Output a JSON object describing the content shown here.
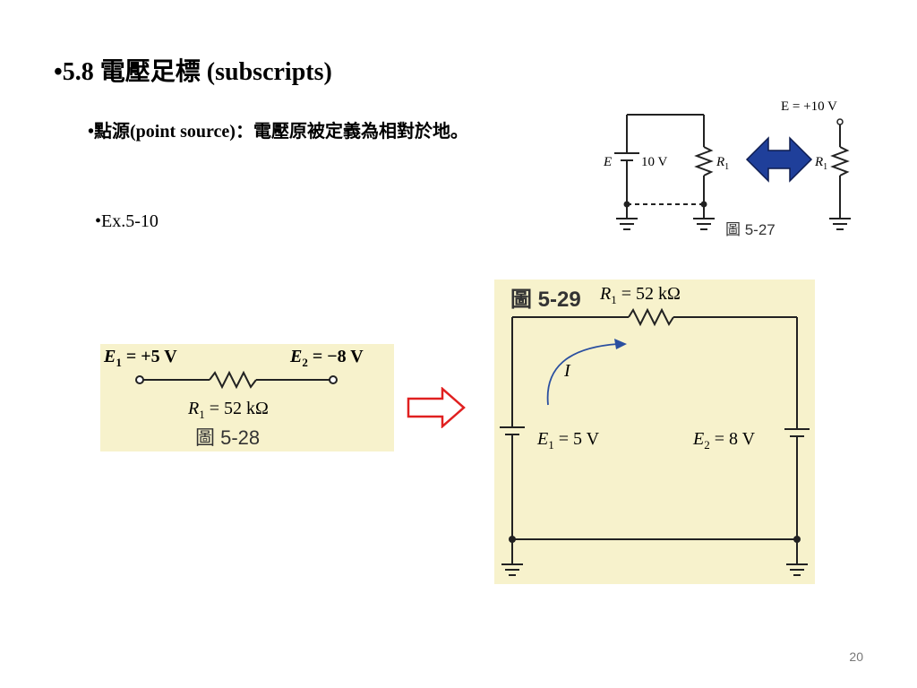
{
  "slide": {
    "title": "•5.8 電壓足標 (subscripts)",
    "bullet_point_source": "•點源(point source)：電壓原被定義為相對於地。",
    "bullet_example": "•Ex.5-10",
    "page_number": "20"
  },
  "fig_5_27": {
    "label": "圖 5-27",
    "source_label": "E",
    "battery_value": "10 V",
    "resistor_left": "R",
    "resistor_left_sub": "1",
    "point_source_value": "E = +10 V",
    "resistor_right": "R",
    "resistor_right_sub": "1",
    "arrow_color": "#1f3f9a"
  },
  "fig_5_28": {
    "label": "圖 5-28",
    "e1_label": "E",
    "e1_sub": "1",
    "e1_value": " = +5 V",
    "e2_label": "E",
    "e2_sub": "2",
    "e2_value": " = −8 V",
    "r1_label": "R",
    "r1_sub": "1",
    "r1_value": " = 52 kΩ",
    "background": "#f7f2cc"
  },
  "fig_5_29": {
    "label": "圖 5-29",
    "r1_label": "R",
    "r1_sub": "1",
    "r1_value": " = 52 kΩ",
    "current_label": "I",
    "e1_label": "E",
    "e1_sub": "1",
    "e1_value": " = 5 V",
    "e2_label": "E",
    "e2_sub": "2",
    "e2_value": " = 8 V",
    "background": "#f7f2cc"
  },
  "transition_arrow_color": "#e02020"
}
